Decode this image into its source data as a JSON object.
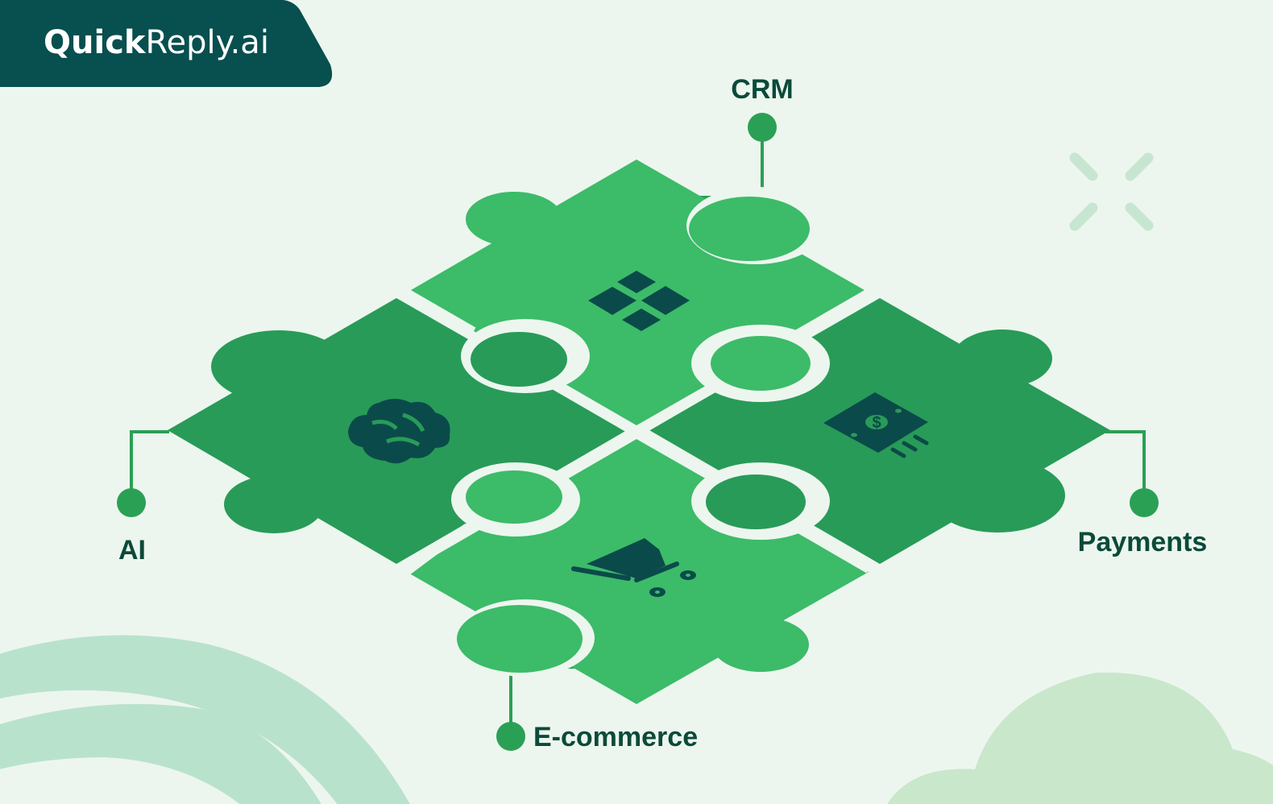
{
  "brand": {
    "name_bold": "Quick",
    "name_regular": "Reply.ai"
  },
  "nodes": [
    {
      "id": "crm",
      "label": "CRM",
      "icon": "grid-icon"
    },
    {
      "id": "ai",
      "label": "AI",
      "icon": "brain-icon"
    },
    {
      "id": "payments",
      "label": "Payments",
      "icon": "money-icon"
    },
    {
      "id": "ecommerce",
      "label": "E-commerce",
      "icon": "cart-icon"
    }
  ],
  "colors": {
    "background": "#ecf6ee",
    "brand_tab": "#084f4f",
    "piece_light": "#3cbb69",
    "piece_dark": "#289b58",
    "icon_dark": "#0b4a4a",
    "label_text": "#0b4a3a",
    "connector": "#2aa055",
    "decor_arc": "#b9e2cd",
    "decor_cloud": "#c8e7cb",
    "decor_cross": "#c6e6d2"
  }
}
